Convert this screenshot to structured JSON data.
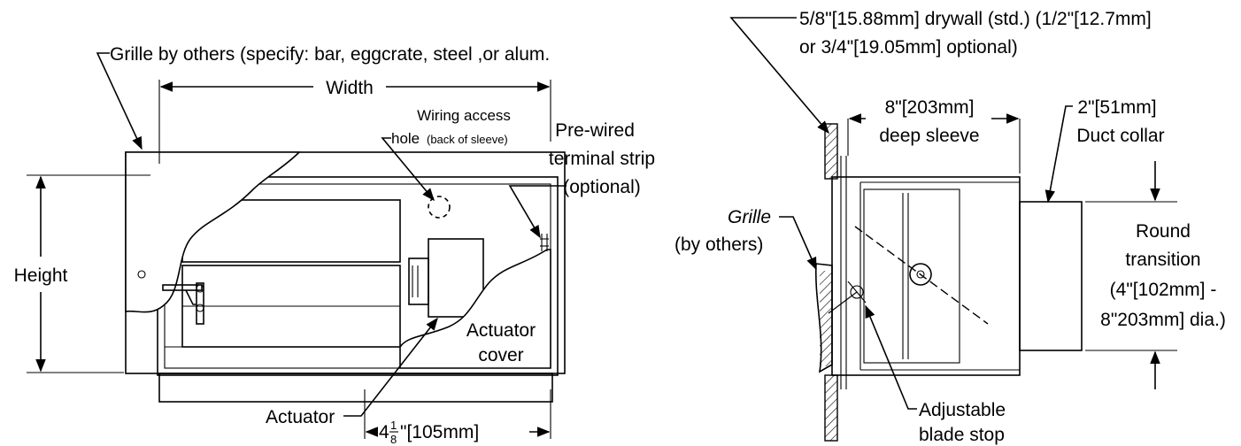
{
  "front_view": {
    "grille_label": "Grille by others (specify: bar, eggcrate, steel ,or alum.",
    "width_label": "Width",
    "height_label": "Height",
    "wiring_line1": "Wiring access",
    "wiring_line2": "hole",
    "wiring_note": "(back of sleeve)",
    "terminal_line1": "Pre-wired",
    "terminal_line2": "terminal strip",
    "terminal_line3": "(optional)",
    "actuator_cover_line1": "Actuator",
    "actuator_cover_line2": "cover",
    "actuator_label": "Actuator",
    "dim_prefix": "4",
    "dim_frac_num": "1",
    "dim_frac_den": "8",
    "dim_suffix": "\"[105mm]"
  },
  "side_view": {
    "drywall_line1": "5/8\"[15.88mm] drywall (std.) (1/2\"[12.7mm]",
    "drywall_line2": "or 3/4\"[19.05mm] optional)",
    "sleeve_line1": "8\"[203mm]",
    "sleeve_line2": "deep sleeve",
    "collar_line1": "2\"[51mm]",
    "collar_line2": "Duct collar",
    "grille_line1": "Grille",
    "grille_line2": "(by others)",
    "round_line1": "Round",
    "round_line2": "transition",
    "round_line3": "(4\"[102mm] -",
    "round_line4": "8\"203mm] dia.)",
    "stop_line1": "Adjustable",
    "stop_line2": "blade stop"
  }
}
